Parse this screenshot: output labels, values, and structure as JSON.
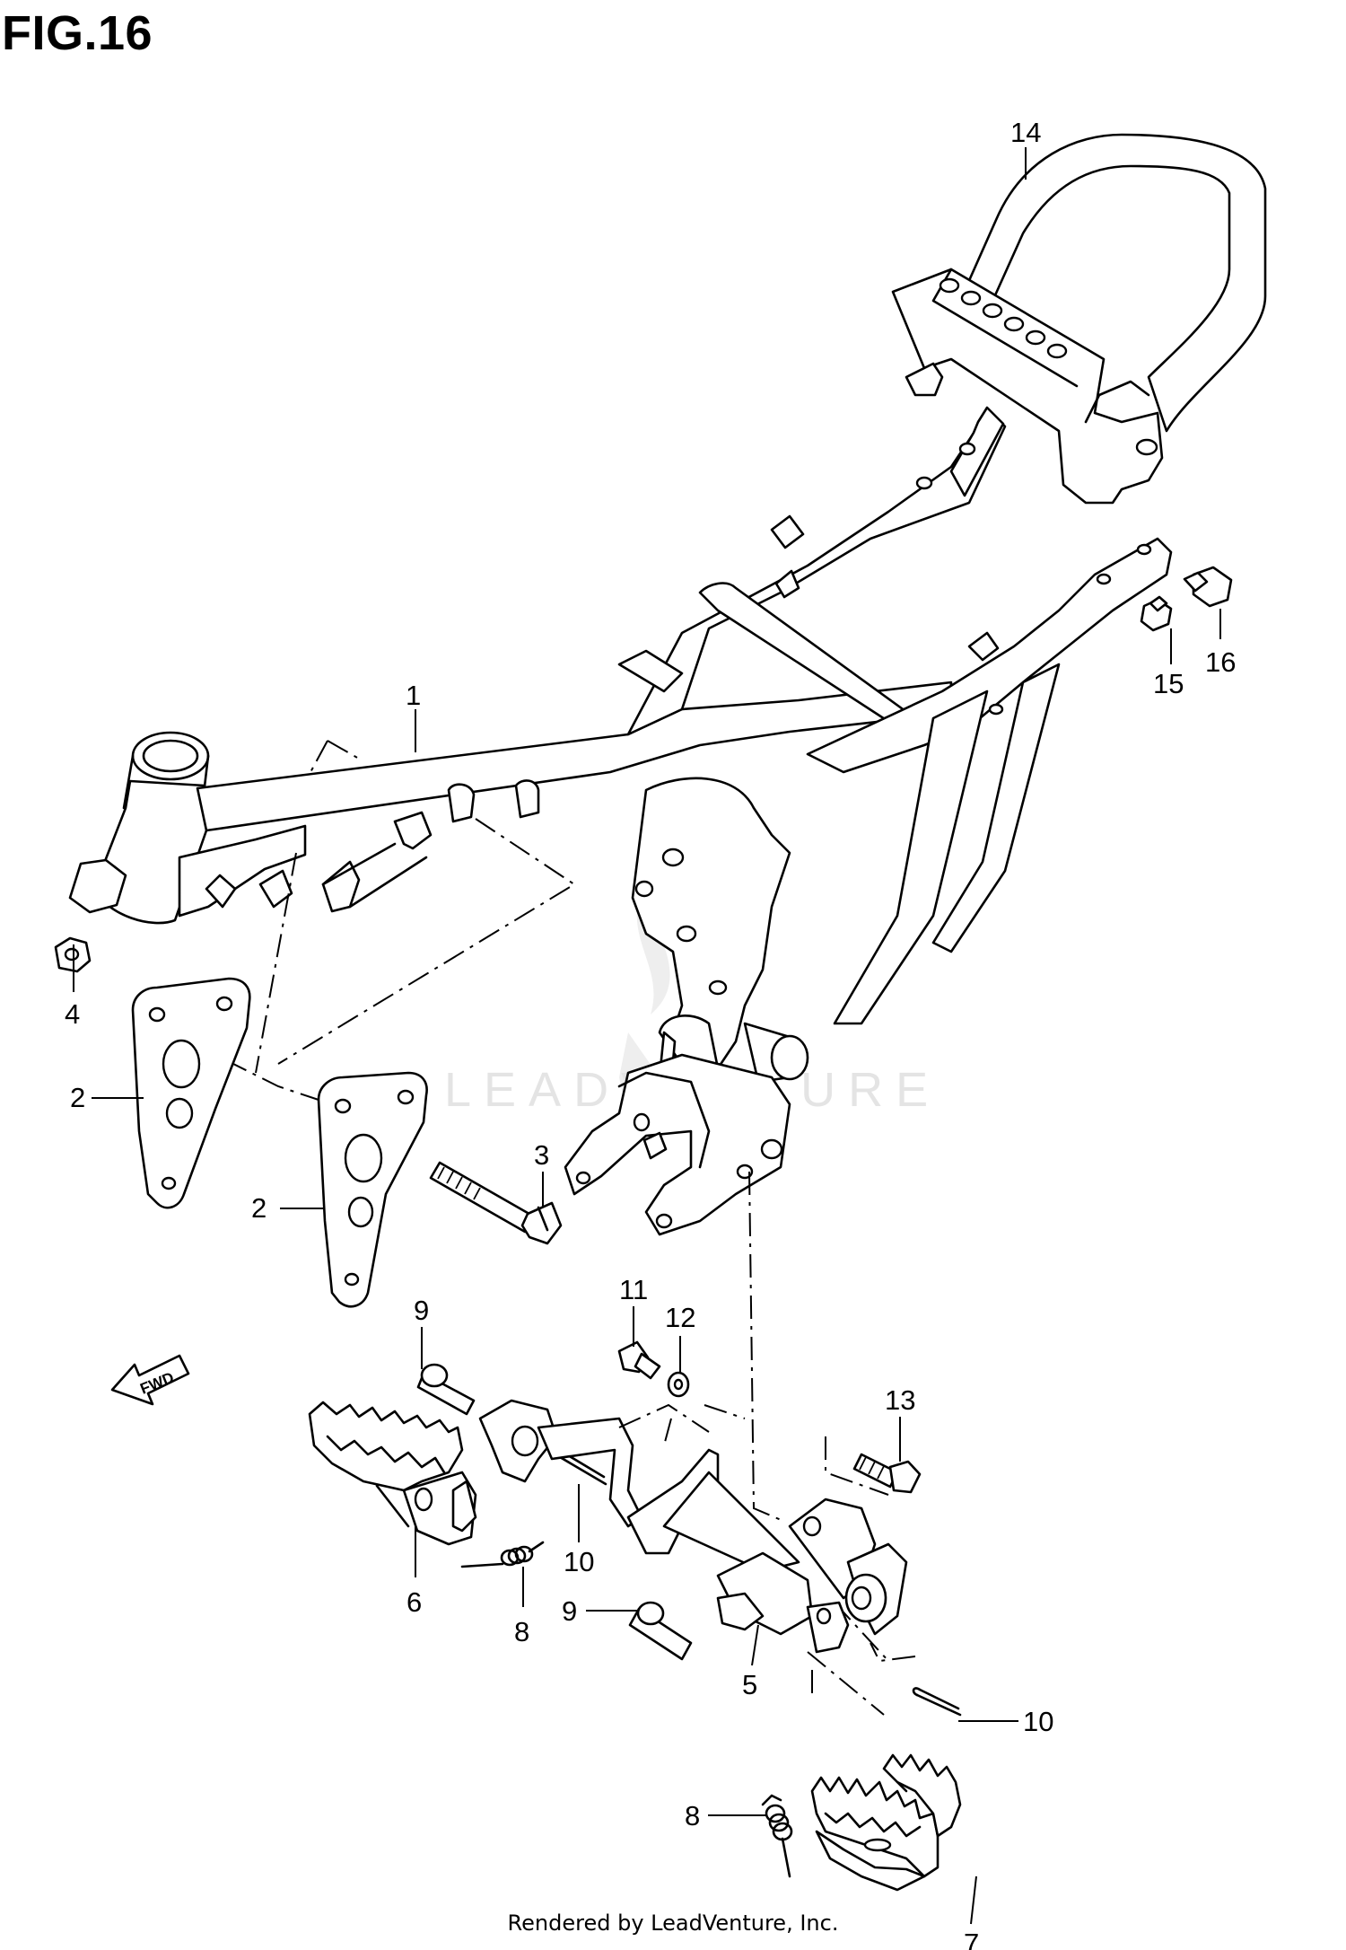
{
  "figure": {
    "title": "FIG.16",
    "watermark": "LEADVENTURE",
    "footer": "Rendered by LeadVenture, Inc.",
    "fwd_label": "FWD"
  },
  "callouts": {
    "c1": "1",
    "c2a": "2",
    "c2b": "2",
    "c3": "3",
    "c4": "4",
    "c5": "5",
    "c6": "6",
    "c7": "7",
    "c8a": "8",
    "c8b": "8",
    "c9a": "9",
    "c9b": "9",
    "c10a": "10",
    "c10b": "10",
    "c11": "11",
    "c12": "12",
    "c13": "13",
    "c14": "14",
    "c15": "15",
    "c16": "16"
  },
  "colors": {
    "line": "#000000",
    "background": "#ffffff",
    "watermark": "#e4e4e4"
  }
}
